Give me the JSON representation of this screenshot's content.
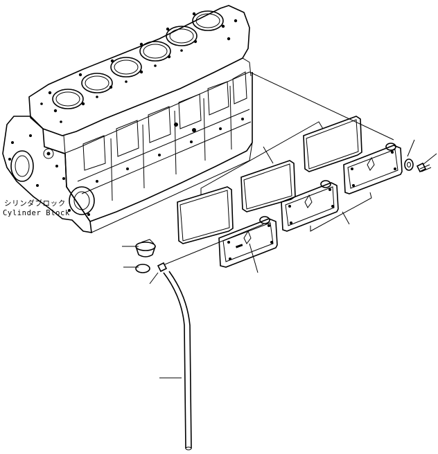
{
  "diagram": {
    "labels": {
      "block_jp": "シリンダブロック",
      "block_en": "Cylinder Block"
    },
    "parts": [
      {
        "name": "cylinder-block"
      },
      {
        "name": "gasket"
      },
      {
        "name": "side-cover"
      },
      {
        "name": "washer"
      },
      {
        "name": "bolt"
      },
      {
        "name": "oil-filler-cap"
      },
      {
        "name": "o-ring"
      },
      {
        "name": "connector"
      },
      {
        "name": "oil-level-gauge-tube"
      }
    ]
  }
}
